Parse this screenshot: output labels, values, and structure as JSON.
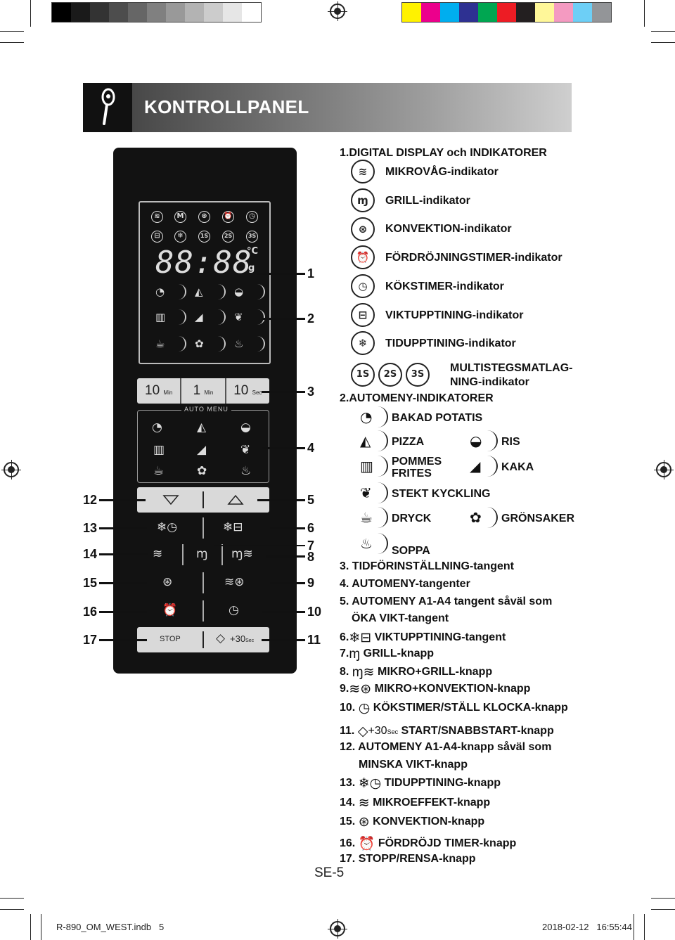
{
  "colors": {
    "header_dark": "#111111",
    "panel": "#121212",
    "button_grey": "#d9d9d9"
  },
  "color_bar_right": [
    "#fff200",
    "#ec008c",
    "#00aeef",
    "#2e3192",
    "#00a651",
    "#ed1c24",
    "#231f20",
    "#fff799",
    "#f49ac1",
    "#6dcff6",
    "#939598"
  ],
  "color_bar_left": [
    "#000000",
    "#1a1a1a",
    "#333333",
    "#4d4d4d",
    "#666666",
    "#808080",
    "#999999",
    "#b3b3b3",
    "#cccccc",
    "#e6e6e6",
    "#ffffff"
  ],
  "header": {
    "title": "KONTROLLPANEL",
    "icon": "thermometer-icon"
  },
  "panel": {
    "display_digits": "88:88",
    "celsius": "°C",
    "gram": "g",
    "multistage": [
      "1S",
      "2S",
      "3S"
    ],
    "time_keys": [
      {
        "big": "10",
        "small": "Min"
      },
      {
        "big": "1",
        "small": "Min"
      },
      {
        "big": "10",
        "small": "Sec"
      }
    ],
    "auto_menu_label": "AUTO MENU",
    "stop_label": "STOP",
    "start_label": "+30",
    "start_small": "Sec"
  },
  "callouts_right": [
    "1",
    "2",
    "3",
    "4",
    "5",
    "6",
    "7",
    "8",
    "9",
    "10",
    "11"
  ],
  "callouts_left": [
    "12",
    "13",
    "14",
    "15",
    "16",
    "17"
  ],
  "section1": {
    "title": "1.DIGITAL DISPLAY och INDIKATORER",
    "indicators": [
      {
        "icon": "microwave-icon",
        "label": "MIKROVÅG-indikator"
      },
      {
        "icon": "grill-icon",
        "label": "GRILL-indikator"
      },
      {
        "icon": "convection-icon",
        "label": "KONVEKTION-indikator"
      },
      {
        "icon": "alarm-clock-icon",
        "label": "FÖRDRÖJNINGSTIMER-indikator"
      },
      {
        "icon": "clock-icon",
        "label": "KÖKSTIMER-indikator"
      },
      {
        "icon": "scale-icon",
        "label": "VIKTUPPTINING-indikator"
      },
      {
        "icon": "snowflake-icon",
        "label": "TIDUPPTINING-indikator"
      }
    ],
    "multistage_line1": "MULTISTEGSMATLAG-",
    "multistage_line2": "NING-indikator"
  },
  "section2": {
    "title": "2.AUTOMENY-INDIKATORER",
    "items": [
      {
        "icon": "potato-icon",
        "label": "BAKAD POTATIS"
      },
      {
        "icon": "pizza-icon",
        "label": "PIZZA"
      },
      {
        "icon": "rice-icon",
        "label": "RIS"
      },
      {
        "icon": "fries-icon",
        "label": "POMMES",
        "label2": "FRITES"
      },
      {
        "icon": "cake-icon",
        "label": "KAKA"
      },
      {
        "icon": "chicken-icon",
        "label": "STEKT KYCKLING"
      },
      {
        "icon": "cup-icon",
        "label": "DRYCK"
      },
      {
        "icon": "vegetables-icon",
        "label": "GRÖNSAKER"
      },
      {
        "icon": "soup-icon",
        "label": "SOPPA"
      }
    ]
  },
  "list": {
    "i3": "3. TIDFÖRINSTÄLLNING-tangent",
    "i4": "4. AUTOMENY-tangenter",
    "i5a": "5. AUTOMENY A1-A4 tangent såväl som",
    "i5b": "ÖKA VIKT-tangent",
    "i6n": "6.",
    "i6": "VIKTUPPTINING-tangent",
    "i7n": "7.",
    "i7": "GRILL-knapp",
    "i8n": "8.",
    "i8": "MIKRO+GRILL-knapp",
    "i9n": "9.",
    "i9": "MIKRO+KONVEKTION-knapp",
    "i10n": "10.",
    "i10": "KÖKSTIMER/STÄLL KLOCKA-knapp",
    "i11n": "11.",
    "i11pre": "+30",
    "i11sec": "Sec",
    "i11": "START/SNABBSTART-knapp",
    "i12a": "12. AUTOMENY A1-A4-knapp såväl som",
    "i12b": "MINSKA VIKT-knapp",
    "i13n": "13.",
    "i13": "TIDUPPTINING-knapp",
    "i14n": "14.",
    "i14": "MIKROEFFEKT-knapp",
    "i15n": "15.",
    "i15": "KONVEKTION-knapp",
    "i16n": "16.",
    "i16": "FÖRDRÖJD TIMER-knapp",
    "i17": "17. STOPP/RENSA-knapp"
  },
  "page_number": "SE-5",
  "footer": {
    "file": "R-890_OM_WEST.indb",
    "page": "5",
    "date": "2018-02-12",
    "time": "16:55:44"
  }
}
